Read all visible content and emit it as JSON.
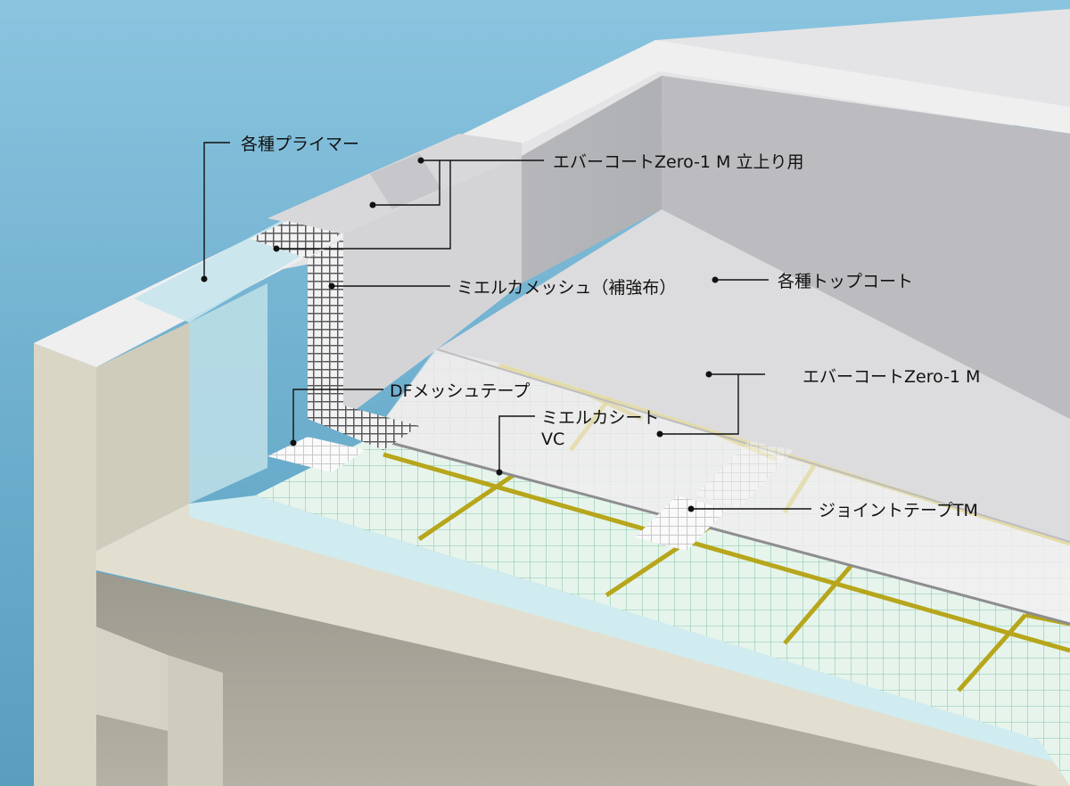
{
  "labels": {
    "primer": "各種プライマー",
    "evercoat_wall": "エバーコートZero-1 M 立上り用",
    "mesh_reinforce": "ミエルカメッシュ（補強布）",
    "topcoat": "各種トップコート",
    "df_mesh_tape": "DFメッシュテープ",
    "evercoat_floor": "エバーコートZero-1 M",
    "sheet_line1": "ミエルカシート",
    "sheet_line2": "VC",
    "joint_tape": "ジョイントテープTM"
  },
  "colors": {
    "sky": "#7fb9d6",
    "concrete": "#ddd9c8",
    "wall_coat": "#a9aaae",
    "floor_coat": "#e9e9ea",
    "primer_tint": "#bfe0e4",
    "sheet_green": "#e3f3ea",
    "sheet_grid": "#7fc7a4",
    "joint_yellow": "#b5a51a"
  }
}
